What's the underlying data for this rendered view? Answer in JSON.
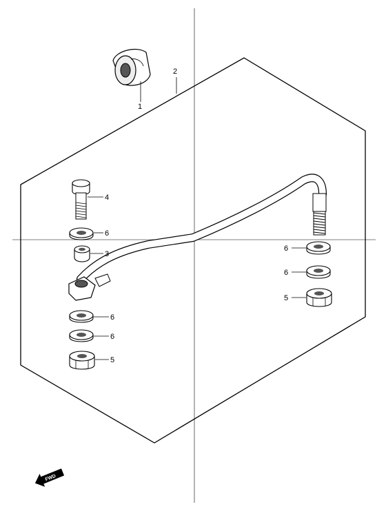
{
  "diagram": {
    "callouts": {
      "p1": "1",
      "p2": "2",
      "p3": "3",
      "p4": "4",
      "p5a": "5",
      "p5b": "5",
      "p6a": "6",
      "p6b": "6",
      "p6c": "6",
      "p6d": "6",
      "p6e": "6"
    },
    "fwd": "FWD",
    "icon": "fwd-arrow-icon"
  }
}
